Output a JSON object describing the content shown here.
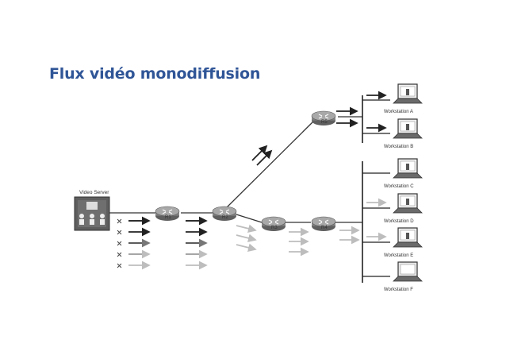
{
  "slide": {
    "title": "Flux vidéo monodiffusion"
  },
  "server": {
    "label": "Video Server"
  },
  "routers": [
    {
      "id": "r1",
      "label": "R1"
    },
    {
      "id": "r2",
      "label": "R2"
    },
    {
      "id": "r3",
      "label": "R3"
    },
    {
      "id": "r4",
      "label": "R4"
    },
    {
      "id": "r5",
      "label": "R5"
    }
  ],
  "workstations": [
    {
      "id": "a",
      "label": "Workstation A",
      "receives_stream": true
    },
    {
      "id": "b",
      "label": "Workstation B",
      "receives_stream": true
    },
    {
      "id": "c",
      "label": "Workstation C",
      "receives_stream": false
    },
    {
      "id": "d",
      "label": "Workstation D",
      "receives_stream": true
    },
    {
      "id": "e",
      "label": "Workstation E",
      "receives_stream": true
    },
    {
      "id": "f",
      "label": "Workstation F",
      "receives_stream": false
    }
  ],
  "colors": {
    "title": "#2F5597",
    "link": "#333333",
    "stream_to_r5": "#222222",
    "stream_to_r3_r4": "#bdbdbd",
    "router_body": "#8a8a8a",
    "screen": "#f0f0f0"
  }
}
